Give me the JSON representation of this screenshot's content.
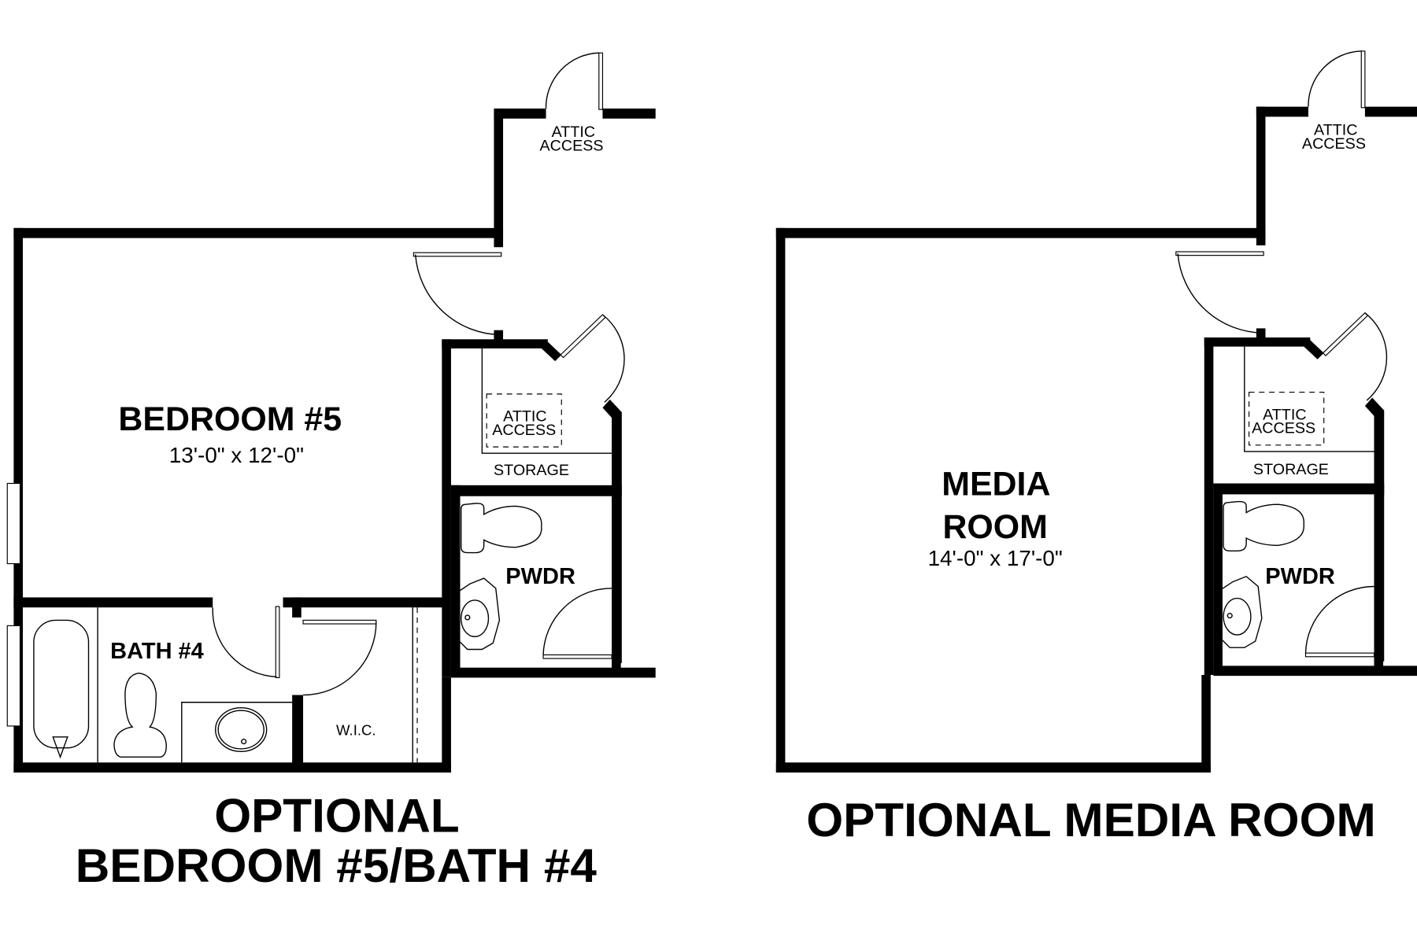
{
  "plans": [
    {
      "title_line1": "OPTIONAL",
      "title_line2": "BEDROOM #5/BATH #4",
      "rooms": {
        "bedroom": {
          "name": "BEDROOM #5",
          "dimensions": "13'-0\" x 12'-0\""
        },
        "bath": {
          "name": "BATH #4"
        },
        "wic": {
          "name": "W.I.C."
        },
        "pwdr": {
          "name": "PWDR"
        },
        "storage": {
          "name": "STORAGE"
        },
        "attic_top": {
          "line1": "ATTIC",
          "line2": "ACCESS"
        },
        "attic_storage": {
          "line1": "ATTIC",
          "line2": "ACCESS"
        }
      }
    },
    {
      "title": "OPTIONAL MEDIA ROOM",
      "rooms": {
        "media": {
          "name_line1": "MEDIA",
          "name_line2": "ROOM",
          "dimensions": "14'-0\" x 17'-0\""
        },
        "pwdr": {
          "name": "PWDR"
        },
        "storage": {
          "name": "STORAGE"
        },
        "attic_top": {
          "line1": "ATTIC",
          "line2": "ACCESS"
        },
        "attic_storage": {
          "line1": "ATTIC",
          "line2": "ACCESS"
        }
      }
    }
  ],
  "colors": {
    "wall": "#000000",
    "background": "#ffffff"
  }
}
